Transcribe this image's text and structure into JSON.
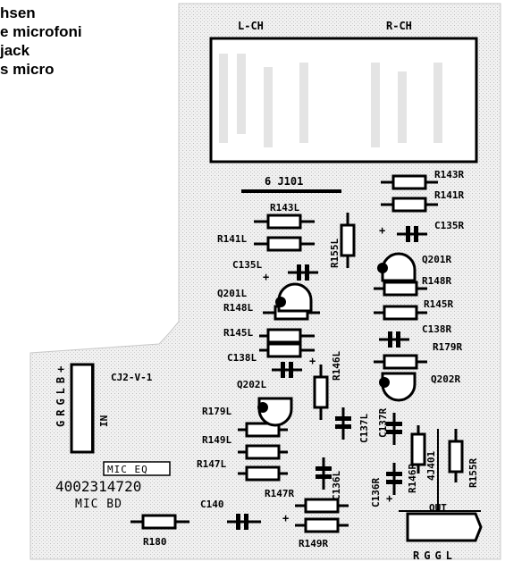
{
  "caption": [
    "hsen",
    "e microfoni",
    "jack",
    "s micro"
  ],
  "diagram": {
    "lch": "L-CH",
    "rch": "R-CH",
    "j101": "6 J101"
  },
  "labels": {
    "r143r": "R143R",
    "r141r": "R141R",
    "c135r": "C135R",
    "r143l": "R143L",
    "r141l": "R141L",
    "r155l": "R155L",
    "c135l": "C135L",
    "q201r": "Q201R",
    "r148r": "R148R",
    "r145r": "R145R",
    "q201l": "Q201L",
    "r148l": "R148L",
    "c138r": "C138R",
    "r145l": "R145L",
    "r179r": "R179R",
    "c138l": "C138L",
    "r146l": "R146L",
    "q202r": "Q202R",
    "q202l": "Q202L",
    "r179l": "R179L",
    "c137l": "C137L",
    "c137r": "C137R",
    "r149l": "R149L",
    "r147l": "R147L",
    "r147r": "R147R",
    "c136l": "C136L",
    "c136r": "C136R",
    "r146r": "R146R",
    "j401": "4J401",
    "r155r": "R155R",
    "c140": "C140",
    "r180": "R180",
    "r149r": "R149R",
    "out": "OUT",
    "rggl": "RGGL",
    "in": "IN",
    "grglb": "GRGLB+",
    "cj2": "CJ2-V-1",
    "mic_eq": "MIC EQ",
    "part_number": "4002314720",
    "mic_bd": "MIC   BD",
    "plus": "+"
  }
}
